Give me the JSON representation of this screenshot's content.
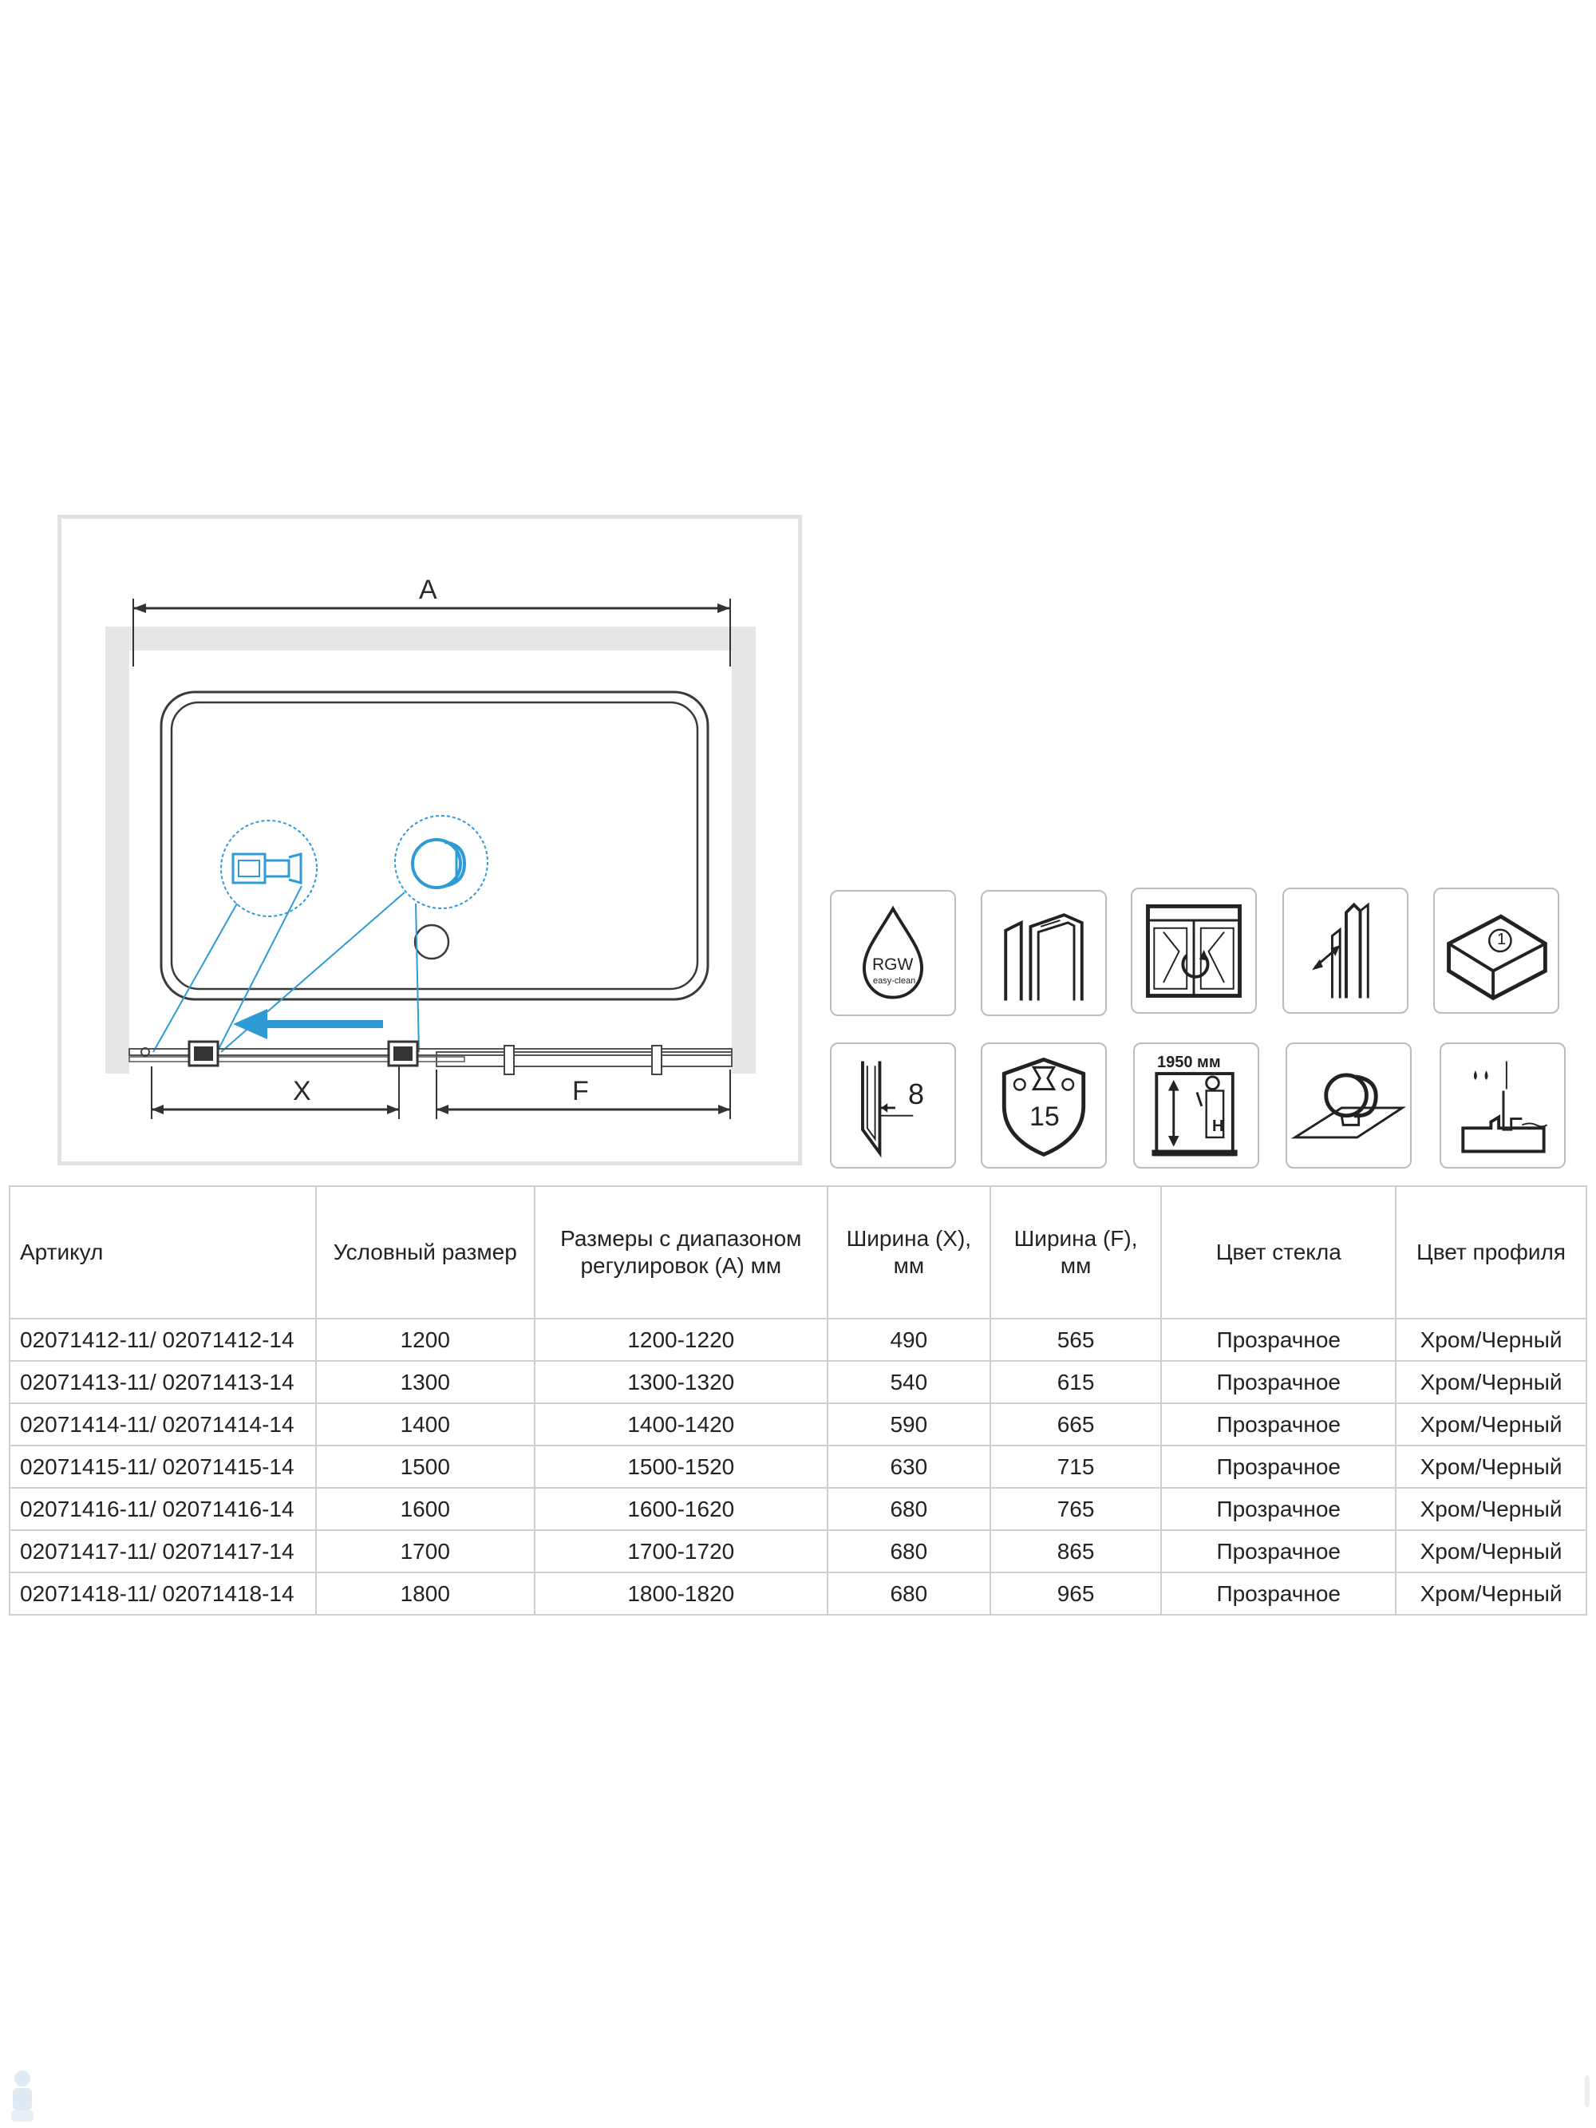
{
  "diagram": {
    "dimension_labels": {
      "a": "A",
      "x": "X",
      "f": "F"
    },
    "colors": {
      "frame": "#e1e1e1",
      "tray": "#3a3a3a",
      "callout": "#2e9bd6",
      "arrow": "#2e9bd6",
      "wall": "#e4e4e4"
    }
  },
  "features": [
    {
      "id": "easy-clean",
      "icon": "drop-icon",
      "texts": [
        "RGW",
        "easy-clean"
      ]
    },
    {
      "id": "profile",
      "icon": "profile-icon",
      "texts": []
    },
    {
      "id": "reversible",
      "icon": "reversible-icon",
      "texts": []
    },
    {
      "id": "adjustment",
      "icon": "adjustment-icon",
      "texts": []
    },
    {
      "id": "package",
      "icon": "package-icon",
      "texts": [
        "1"
      ]
    },
    {
      "id": "glass-thickness",
      "icon": "glass-thickness-icon",
      "texts": [
        "8"
      ]
    },
    {
      "id": "warranty",
      "icon": "warranty-shield-icon",
      "texts": [
        "15"
      ]
    },
    {
      "id": "height",
      "icon": "height-icon",
      "texts": [
        "1950 мм",
        "H"
      ]
    },
    {
      "id": "handle",
      "icon": "knob-handle-icon",
      "texts": []
    },
    {
      "id": "seal",
      "icon": "water-seal-icon",
      "texts": []
    }
  ],
  "table": {
    "headers": [
      "Артикул",
      "Условный размер",
      "Размеры с диапазоном регулировок (А) мм",
      "Ширина (X), мм",
      "Ширина (F), мм",
      "Цвет стекла",
      "Цвет профиля"
    ],
    "rows": [
      [
        "02071412-11/ 02071412-14",
        "1200",
        "1200-1220",
        "490",
        "565",
        "Прозрачное",
        "Хром/Черный"
      ],
      [
        "02071413-11/ 02071413-14",
        "1300",
        "1300-1320",
        "540",
        "615",
        "Прозрачное",
        "Хром/Черный"
      ],
      [
        "02071414-11/ 02071414-14",
        "1400",
        "1400-1420",
        "590",
        "665",
        "Прозрачное",
        "Хром/Черный"
      ],
      [
        "02071415-11/ 02071415-14",
        "1500",
        "1500-1520",
        "630",
        "715",
        "Прозрачное",
        "Хром/Черный"
      ],
      [
        "02071416-11/ 02071416-14",
        "1600",
        "1600-1620",
        "680",
        "765",
        "Прозрачное",
        "Хром/Черный"
      ],
      [
        "02071417-11/ 02071417-14",
        "1700",
        "1700-1720",
        "680",
        "865",
        "Прозрачное",
        "Хром/Черный"
      ],
      [
        "02071418-11/ 02071418-14",
        "1800",
        "1800-1820",
        "680",
        "965",
        "Прозрачное",
        "Хром/Черный"
      ]
    ]
  }
}
